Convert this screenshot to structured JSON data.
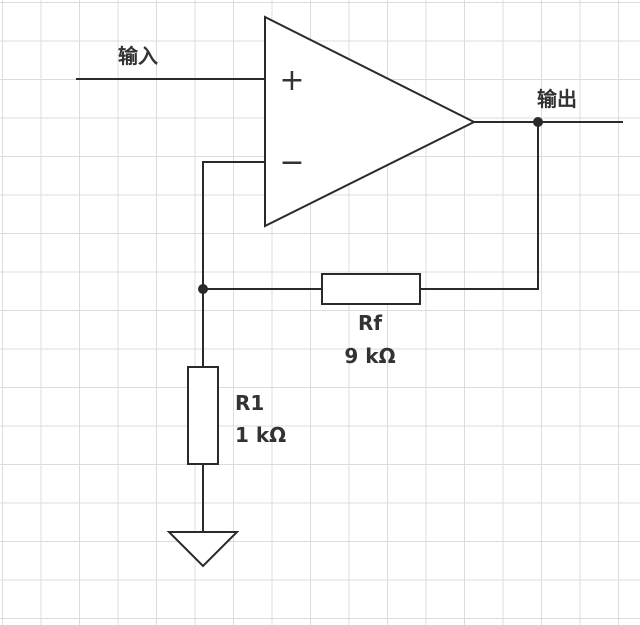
{
  "diagram": {
    "input_label": "输入",
    "output_label": "输出",
    "opamp": {
      "plus_sign": "+",
      "minus_sign": "−"
    },
    "rf": {
      "name": "Rf",
      "value": "9 kΩ"
    },
    "r1": {
      "name": "R1",
      "value": "1 kΩ"
    }
  }
}
